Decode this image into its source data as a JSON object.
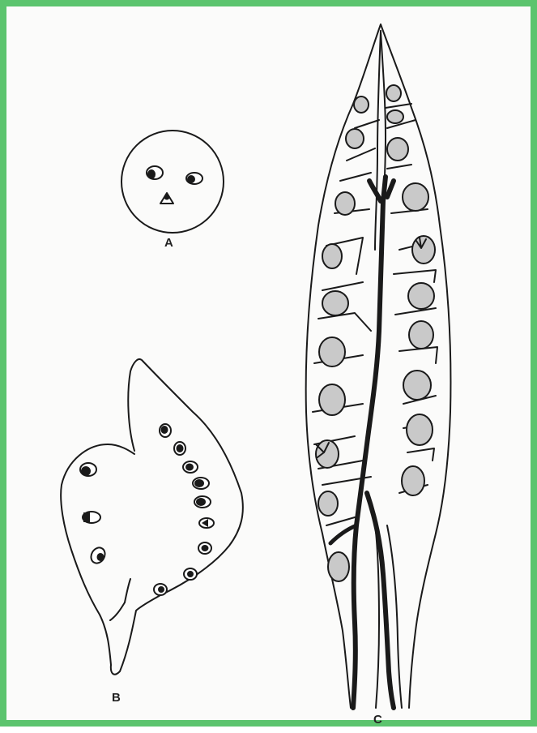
{
  "figure": {
    "frame_color": "#5cc46e",
    "labels": {
      "a": "A",
      "b": "B",
      "c": "C"
    }
  }
}
